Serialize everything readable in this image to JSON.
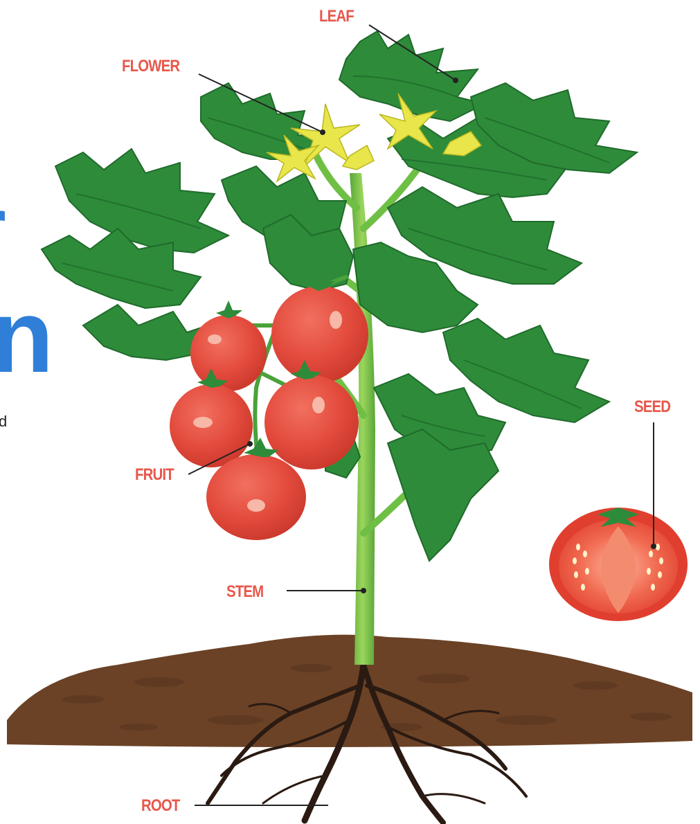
{
  "colors": {
    "label": "#e8574b",
    "heading_fragment": "#2f7fd8",
    "leaf": "#2e8b3a",
    "leaf_dark": "#1f6b2b",
    "stem": "#7cc64a",
    "flower": "#e8e64a",
    "fruit": "#e24a3c",
    "fruit_highlight": "#f7b8a8",
    "soil": "#6b4226",
    "root": "#2a1a12"
  },
  "heading_fragments": [
    "r",
    "n"
  ],
  "body_fragment": "d",
  "parts": {
    "leaf": "LEAF",
    "flower": "FLOWER",
    "fruit": "FRUIT",
    "seed": "SEED",
    "stem": "STEM",
    "root": "ROOT"
  }
}
